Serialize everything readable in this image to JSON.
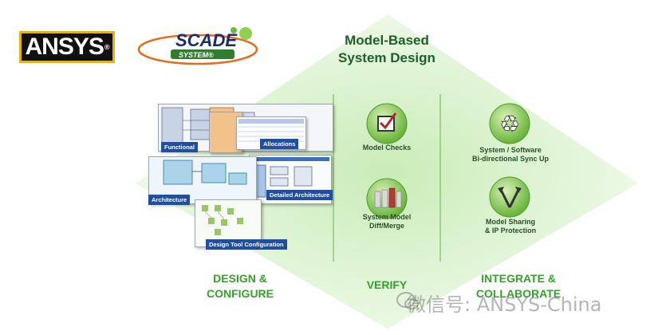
{
  "logos": {
    "ansys": "ANSYS",
    "scade_top": "SCADE",
    "scade_bottom": "SYSTEM®"
  },
  "title": {
    "line1": "Model-Based",
    "line2": "System Design"
  },
  "screenshots": [
    {
      "label": "Functional"
    },
    {
      "label": "Allocations"
    },
    {
      "label": "Architecture"
    },
    {
      "label": "Detailed Architecture"
    },
    {
      "label": "Design Tool Configuration"
    }
  ],
  "features": {
    "model_checks": "Model Checks",
    "diff_merge_1": "System Model",
    "diff_merge_2": "Diff/Merge",
    "sync_1": "System / Software",
    "sync_2": "Bi-directional Sync Up",
    "sharing_1": "Model Sharing",
    "sharing_2": "& IP Protection"
  },
  "sections": {
    "design_1": "DESIGN &",
    "design_2": "CONFIGURE",
    "verify": "VERIFY",
    "integrate_1": "INTEGRATE &",
    "integrate_2": "COLLABORATE"
  },
  "watermark": "微信号: ANSYS-China",
  "colors": {
    "diamond_light": "#f3fbee",
    "diamond_mid": "#c9ecb8",
    "section_green": "#35a12a",
    "icon_green": "#7cc64a"
  }
}
